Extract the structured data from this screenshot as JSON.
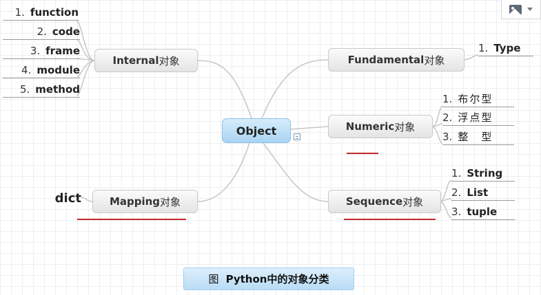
{
  "diagram": {
    "center": "Object",
    "branches": {
      "internal": {
        "name": "Internal",
        "suffix": "对象",
        "items": [
          {
            "num": "1.",
            "text": "function"
          },
          {
            "num": "2.",
            "text": "code"
          },
          {
            "num": "3.",
            "text": "frame"
          },
          {
            "num": "4.",
            "text": "module"
          },
          {
            "num": "5.",
            "text": "method"
          }
        ]
      },
      "fundamental": {
        "name": "Fundamental",
        "suffix": "对象",
        "items": [
          {
            "num": "1.",
            "text": "Type"
          }
        ]
      },
      "numeric": {
        "name": "Numeric",
        "suffix": "对象",
        "items": [
          {
            "num": "1.",
            "text": "布尔型"
          },
          {
            "num": "2.",
            "text": "浮点型"
          },
          {
            "num": "3.",
            "text": "整　型"
          }
        ]
      },
      "mapping": {
        "name": "Mapping",
        "suffix": "对象",
        "items": [
          {
            "num": "",
            "text": "dict"
          }
        ]
      },
      "sequence": {
        "name": "Sequence",
        "suffix": "对象",
        "items": [
          {
            "num": "1.",
            "text": "String"
          },
          {
            "num": "2.",
            "text": "List"
          },
          {
            "num": "3.",
            "text": "tuple"
          }
        ]
      }
    },
    "caption": {
      "prefix": "图",
      "title": "Python中的对象分类"
    }
  },
  "colors": {
    "link": "#c6c6c6",
    "underline": "#c42b2b",
    "center_fill": "#a9d4f3"
  },
  "toolbar": {
    "image_icon": "image-icon",
    "menu_icon": "chevron-down-icon"
  }
}
